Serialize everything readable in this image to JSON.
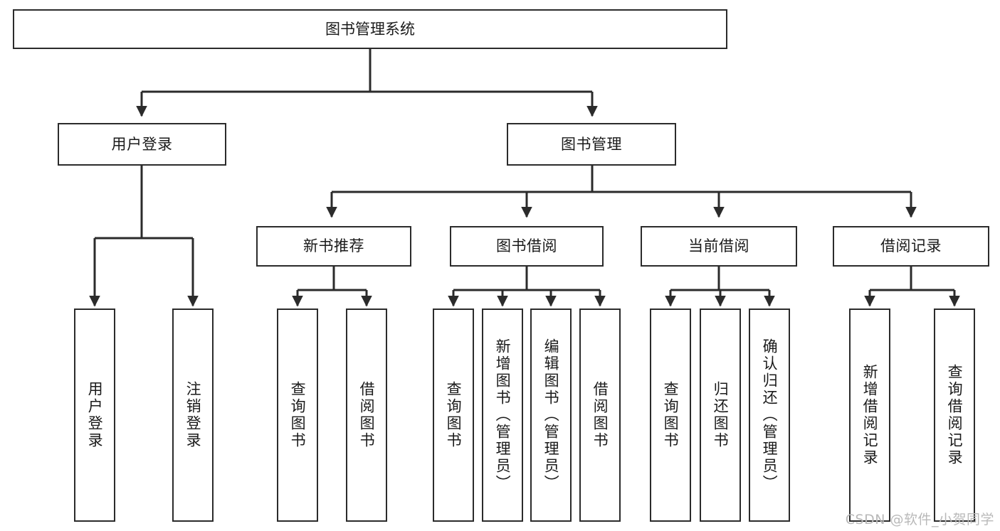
{
  "diagram": {
    "title": "图书管理系统",
    "watermark": "CSDN @软件_小贺同学",
    "stroke_color": "#2b2b2b",
    "background_color": "#ffffff",
    "text_color": "#1a1a1a"
  },
  "nodes": {
    "root": {
      "label": "图书管理系统"
    },
    "level1": [
      {
        "label": "用户登录"
      },
      {
        "label": "图书管理"
      }
    ],
    "level2": [
      {
        "label": "新书推荐"
      },
      {
        "label": "图书借阅"
      },
      {
        "label": "当前借阅"
      },
      {
        "label": "借阅记录"
      }
    ],
    "leaves": {
      "user_login": [
        {
          "label": "用户登录"
        },
        {
          "label": "注销登录"
        }
      ],
      "new_book": [
        {
          "label": "查询图书"
        },
        {
          "label": "借阅图书"
        }
      ],
      "borrow_book": [
        {
          "label": "查询图书"
        },
        {
          "label": "新增图书（管理员）"
        },
        {
          "label": "编辑图书（管理员）"
        },
        {
          "label": "借阅图书"
        }
      ],
      "current_borrow": [
        {
          "label": "查询图书"
        },
        {
          "label": "归还图书"
        },
        {
          "label": "确认归还（管理员）"
        }
      ],
      "borrow_record": [
        {
          "label": "新增借阅记录"
        },
        {
          "label": "查询借阅记录"
        }
      ]
    }
  }
}
